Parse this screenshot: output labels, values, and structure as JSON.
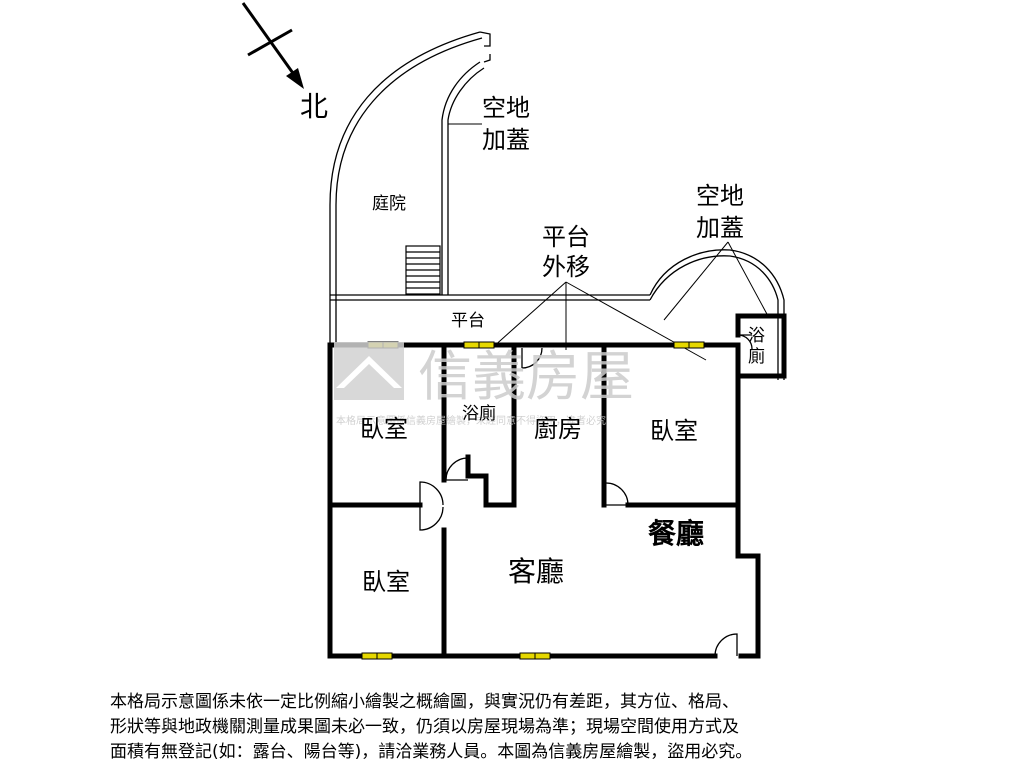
{
  "north_label": "北",
  "rooms": {
    "courtyard": "庭院",
    "platform": "平台",
    "bedroom_top_left": "臥室",
    "bathroom_center": "浴廁",
    "kitchen": "廚房",
    "bedroom_top_right": "臥室",
    "bathroom_right": "浴",
    "bathroom_right_2": "廁",
    "dining": "餐廳",
    "bedroom_bottom_left": "臥室",
    "living": "客廳"
  },
  "annotations": {
    "open_build_left_1": "空地",
    "open_build_left_2": "加蓋",
    "open_build_right_1": "空地",
    "open_build_right_2": "加蓋",
    "platform_moved_1": "平台",
    "platform_moved_2": "外移"
  },
  "watermark": {
    "brand": "信義房屋",
    "small": "本格局示意圖係信義房屋繪製，未經同意不得盜用，違者必究"
  },
  "disclaimer": [
    "本格局示意圖係未依一定比例縮小繪製之概繪圖，與實況仍有差距，其方位、格局、",
    "形狀等與地政機關測量成果圖未必一致，仍須以房屋現場為準；現場空間使用方式及",
    "面積有無登記(如：露台、陽台等)，請洽業務人員。本圖為信義房屋繪製，盜用必究。"
  ],
  "colors": {
    "wall": "#000000",
    "window": "#e6d800",
    "watermark": "#cccccc"
  }
}
